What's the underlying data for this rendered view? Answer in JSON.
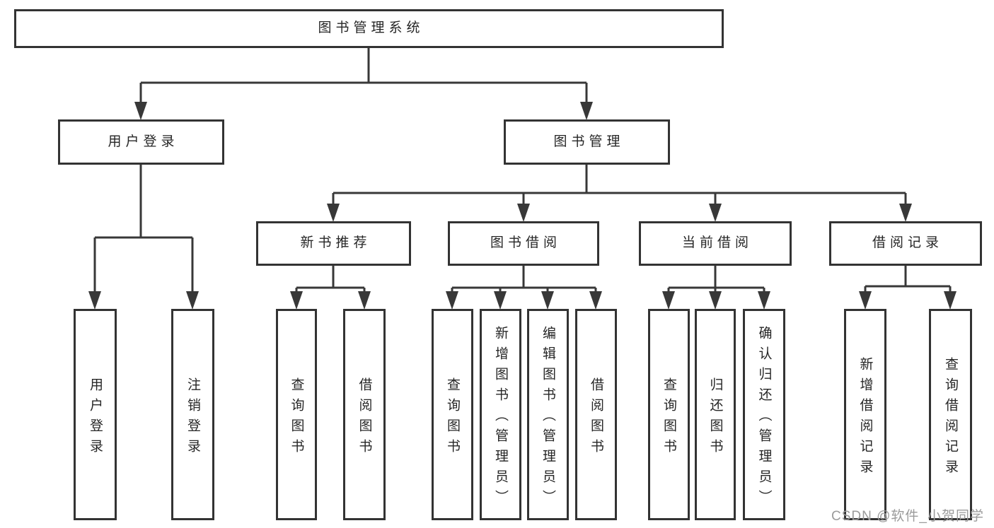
{
  "root": {
    "label": "图书管理系统"
  },
  "branches": [
    {
      "label": "用户登录",
      "children": [
        "用户登录",
        "注销登录"
      ]
    },
    {
      "label": "图书管理",
      "sections": [
        {
          "label": "新书推荐",
          "children": [
            "查询图书",
            "借阅图书"
          ]
        },
        {
          "label": "图书借阅",
          "children": [
            "查询图书",
            "新增图书（管理员）",
            "编辑图书（管理员）",
            "借阅图书"
          ]
        },
        {
          "label": "当前借阅",
          "children": [
            "查询图书",
            "归还图书",
            "确认归还（管理员）"
          ]
        },
        {
          "label": "借阅记录",
          "children": [
            "新增借阅记录",
            "查询借阅记录"
          ]
        }
      ]
    }
  ],
  "watermark": "CSDN @软件_小贺同学",
  "colors": {
    "line": "#383838",
    "border": "#333333",
    "text": "#262626",
    "watermark_text": "#9b9b9b",
    "background": "#ffffff"
  }
}
